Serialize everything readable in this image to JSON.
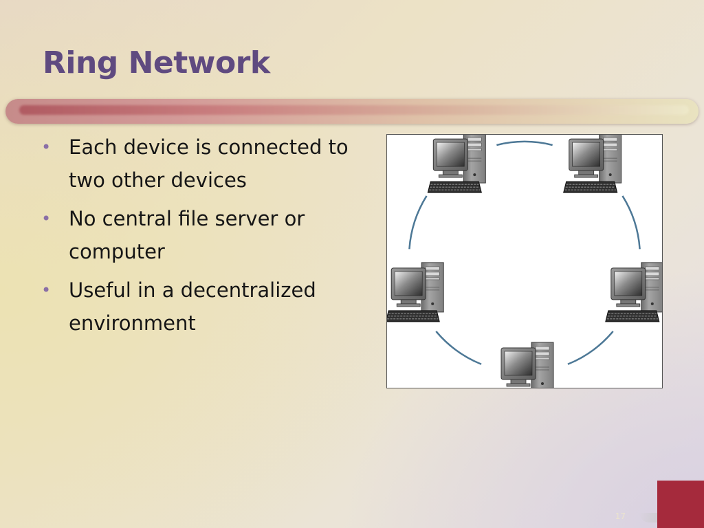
{
  "slide": {
    "title": "Ring Network",
    "bullets": [
      {
        "text": "Each device is connected to two other devices"
      },
      {
        "text": "No central file server or computer"
      },
      {
        "text": "Useful in a decentralized environment"
      }
    ],
    "page_number": "17"
  },
  "diagram": {
    "device_count": 5,
    "ring_color": "#4d7896"
  },
  "colors": {
    "title": "#5f4a80",
    "bullet": "#8a6fa6",
    "accent": "#a52a3c"
  },
  "icons": {
    "device": "desktop-computer-icon",
    "bullet": "bullet-dot-icon"
  }
}
